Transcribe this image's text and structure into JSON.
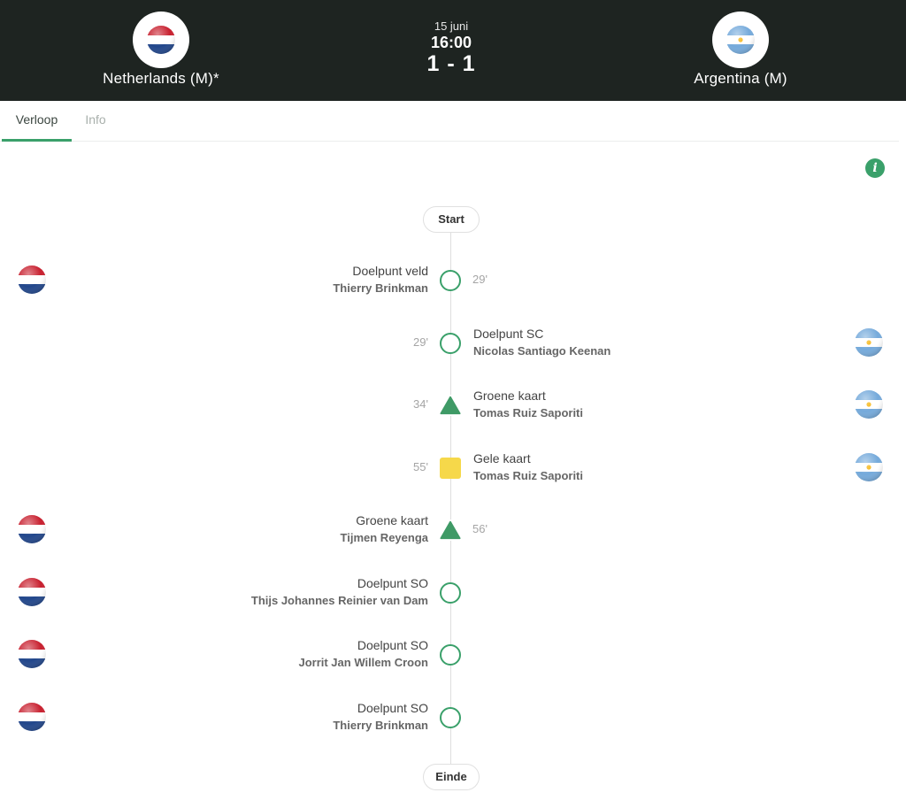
{
  "match": {
    "date": "15 juni",
    "time": "16:00",
    "score": "1 - 1",
    "home_team": "Netherlands (M)*",
    "away_team": "Argentina (M)",
    "home_flag": "netherlands-flag-icon",
    "away_flag": "argentina-flag-icon"
  },
  "tabs": [
    {
      "label": "Verloop",
      "active": true
    },
    {
      "label": "Info",
      "active": false
    }
  ],
  "info_icon": "info-icon",
  "timeline": {
    "start_label": "Start",
    "end_label": "Einde",
    "events": [
      {
        "side": "home",
        "type": "Doelpunt veld",
        "player": "Thierry Brinkman",
        "minute": "29'",
        "icon": "goal-ring-icon"
      },
      {
        "side": "away",
        "type": "Doelpunt SC",
        "player": "Nicolas Santiago Keenan",
        "minute": "29'",
        "icon": "goal-ring-icon"
      },
      {
        "side": "away",
        "type": "Groene kaart",
        "player": "Tomas Ruiz Saporiti",
        "minute": "34'",
        "icon": "green-card-icon"
      },
      {
        "side": "away",
        "type": "Gele kaart",
        "player": "Tomas Ruiz Saporiti",
        "minute": "55'",
        "icon": "yellow-card-icon"
      },
      {
        "side": "home",
        "type": "Groene kaart",
        "player": "Tijmen Reyenga",
        "minute": "56'",
        "icon": "green-card-icon"
      },
      {
        "side": "home",
        "type": "Doelpunt SO",
        "player": "Thijs Johannes Reinier van Dam",
        "minute": "",
        "icon": "goal-ring-icon"
      },
      {
        "side": "home",
        "type": "Doelpunt SO",
        "player": "Jorrit Jan Willem Croon",
        "minute": "",
        "icon": "goal-ring-icon"
      },
      {
        "side": "home",
        "type": "Doelpunt SO",
        "player": "Thierry Brinkman",
        "minute": "",
        "icon": "goal-ring-icon"
      }
    ]
  },
  "colors": {
    "header_bg": "#1e2421",
    "accent_green": "#3aa06a",
    "card_yellow": "#f6d84a",
    "nl_red": "#c8202f",
    "nl_blue": "#21468b",
    "ar_blue": "#75aadb",
    "ar_sun": "#f6b40e"
  }
}
